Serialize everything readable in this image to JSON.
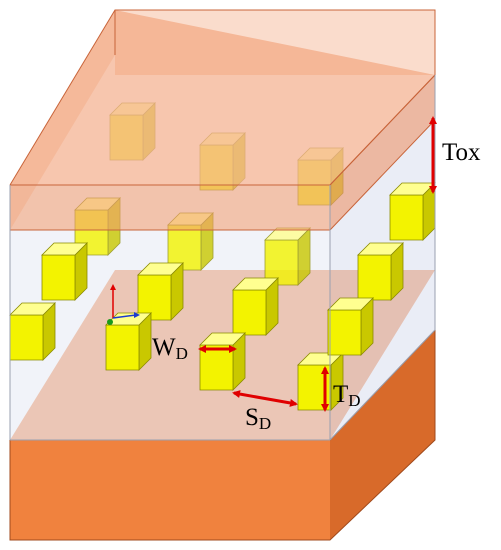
{
  "labels": {
    "tox": "Tox",
    "wd_main": "W",
    "wd_sub": "D",
    "sd_main": "S",
    "sd_sub": "D",
    "td_main": "T",
    "td_sub": "D"
  },
  "colors": {
    "oxide_fill": "#f29a6e",
    "oxide_edge": "#c8643a",
    "substrate_front": "#f0823e",
    "substrate_side": "#d86a2a",
    "substrate_top": "#f2a070",
    "dot_front": "#f3f300",
    "dot_top": "#ffff90",
    "dot_side": "#c9c800",
    "dot_edge": "#8a8a00",
    "arrow": "#e00000",
    "box_edge": "#9aa0b0"
  },
  "icons": {
    "axis": "coordinate-axes-icon"
  }
}
